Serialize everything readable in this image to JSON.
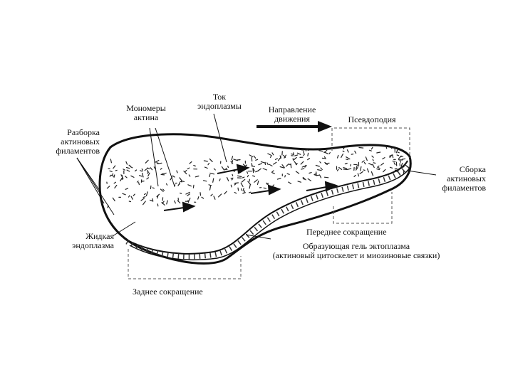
{
  "labels": {
    "actin_monomers": "Мономеры\nактина",
    "endoplasm_flow": "Ток\nэндоплазмы",
    "movement_direction": "Направление\nдвижения",
    "pseudopod": "Псевдоподия",
    "filament_disassembly": "Разборка\nактиновых\nфиламентов",
    "filament_assembly": "Сборка\nактиновых\nфиламентов",
    "liquid_endoplasm": "Жидкая\nэндоплазма",
    "front_contraction": "Переднее сокращение",
    "ectoplasm_gel": "Образующая гель эктоплазма\n(актиновый цитоскелет и миозиновые связки)",
    "rear_contraction": "Заднее сокращение"
  },
  "colors": {
    "ink": "#111111",
    "background": "#ffffff"
  }
}
